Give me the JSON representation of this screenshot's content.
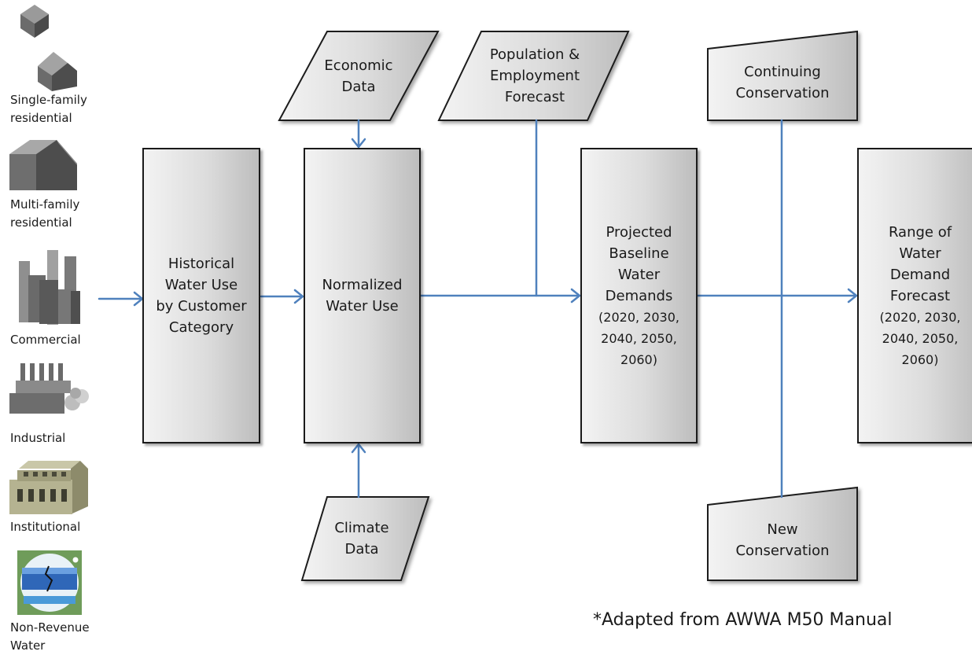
{
  "legend": {
    "single_family": "Single-family\nresidential",
    "multi_family": "Multi-family\nresidential",
    "commercial": "Commercial",
    "industrial": "Industrial",
    "institutional": "Institutional",
    "non_revenue": "Non-Revenue\nWater"
  },
  "boxes": {
    "historical": "Historical\nWater Use\nby Customer\nCategory",
    "normalized": "Normalized\nWater Use",
    "projected_title": "Projected\nBaseline\nWater\nDemands",
    "projected_years": "(2020, 2030,\n2040, 2050,\n2060)",
    "range_title": "Range of\nWater\nDemand\nForecast",
    "range_years": "(2020, 2030,\n2040, 2050,\n2060)"
  },
  "inputs": {
    "economic": "Economic\nData",
    "population": "Population &\nEmployment\nForecast",
    "climate": "Climate\nData",
    "continuing": "Continuing\nConservation",
    "new_conservation": "New\nConservation"
  },
  "footnote": "*Adapted from AWWA M50 Manual",
  "colors": {
    "arrow": "#4f81bd",
    "box_border": "#1a1a1a",
    "box_light": "#f3f3f3",
    "box_dark": "#bdbdbd"
  }
}
